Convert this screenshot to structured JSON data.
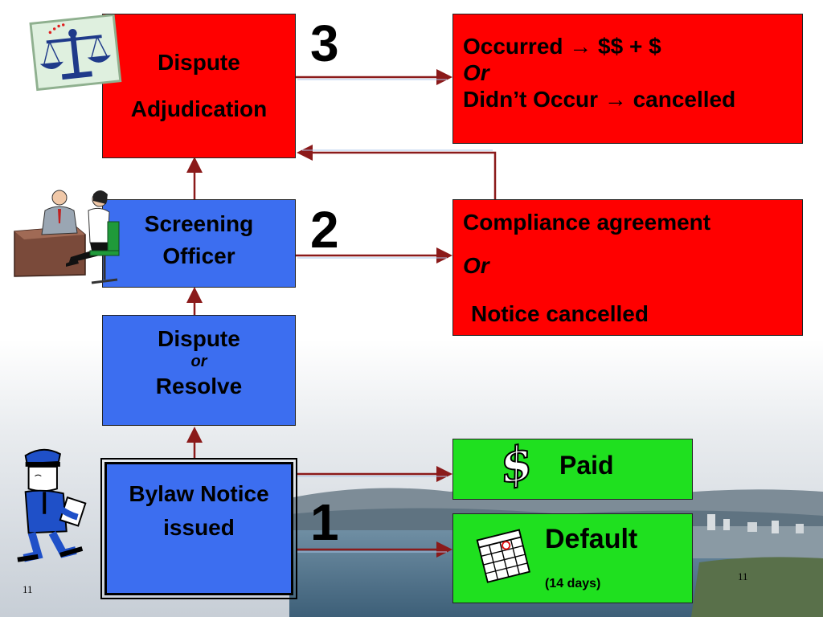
{
  "boxes": {
    "adjudication": {
      "line1": "Dispute",
      "line2": "Adjudication"
    },
    "outcome3": {
      "line1_a": "Occurred ",
      "arrow": "→",
      "line1_b": " $$ + $",
      "line2": "Or",
      "line3_a": "Didn’t Occur ",
      "line3_b": " cancelled"
    },
    "screening": {
      "line1": "Screening",
      "line2": "Officer"
    },
    "outcome2": {
      "line1": "Compliance agreement",
      "line2": "Or",
      "line3": "Notice cancelled"
    },
    "dispute_resolve": {
      "line1": "Dispute",
      "line2": "or",
      "line3": "Resolve"
    },
    "bylaw": {
      "line1": "Bylaw Notice",
      "line2": "issued"
    },
    "paid": {
      "symbol": "$",
      "label": "Paid"
    },
    "default": {
      "label": "Default",
      "sub": "(14 days)"
    }
  },
  "steps": {
    "one": "1",
    "two": "2",
    "three": "3"
  },
  "slide_number": {
    "left": "11",
    "right": "11"
  },
  "icons": [
    "scales-of-justice-icon",
    "office-meeting-illustration",
    "police-officer-illustration",
    "dollar-sign-icon",
    "calendar-icon"
  ],
  "colors": {
    "red": "#ff0000",
    "blue": "#3c6ef0",
    "green": "#1fe01f",
    "connector": "#8b1a1a"
  }
}
